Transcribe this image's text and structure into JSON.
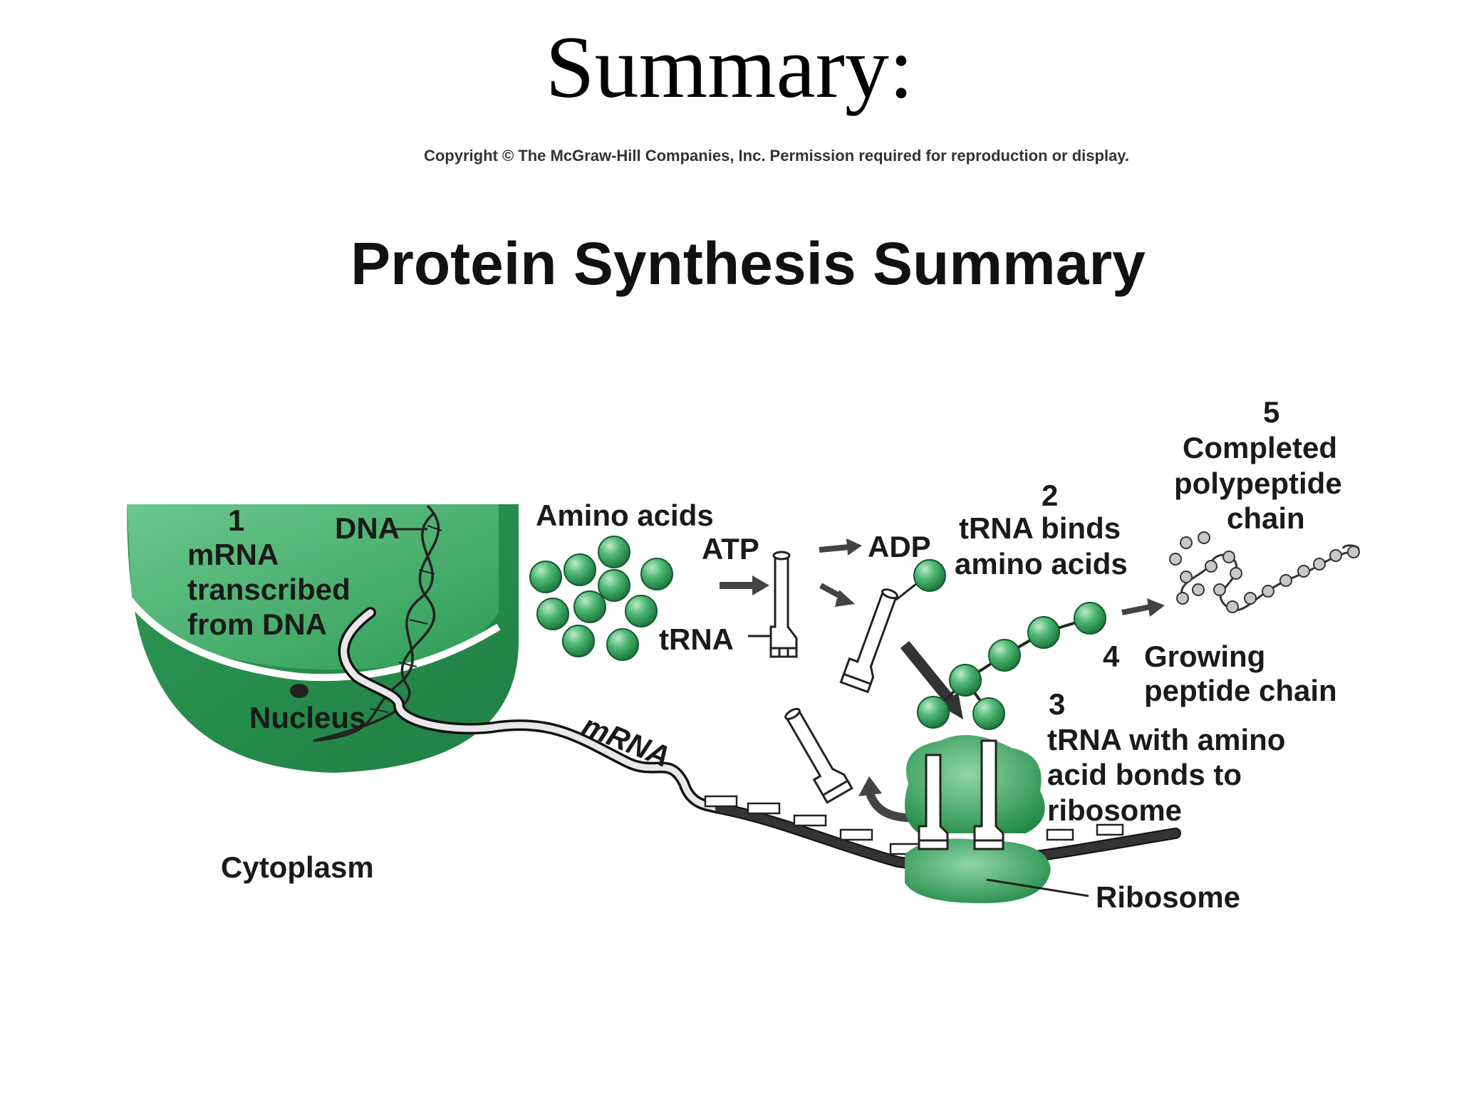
{
  "slide_title": "Summary:",
  "copyright": "Copyright © The McGraw-Hill Companies, Inc. Permission required for reproduction or display.",
  "figure_title": "Protein Synthesis Summary",
  "labels": {
    "step1_number": "1",
    "step1_line1": "mRNA",
    "step1_line2": "transcribed",
    "step1_line3": "from DNA",
    "dna": "DNA",
    "nucleus": "Nucleus",
    "cytoplasm": "Cytoplasm",
    "amino_acids": "Amino acids",
    "atp": "ATP",
    "trna": "tRNA",
    "adp": "ADP",
    "step2_number": "2",
    "step2_line1": "tRNA binds",
    "step2_line2": "amino acids",
    "step5_number": "5",
    "step5_line1": "Completed",
    "step5_line2": "polypeptide",
    "step5_line3": "chain",
    "step4_number": "4",
    "step4_line1": "Growing",
    "step4_line2": "peptide chain",
    "step3_number": "3",
    "step3_line1": "tRNA with amino",
    "step3_line2": "acid bonds to",
    "step3_line3": "ribosome",
    "mrna": "mRNA",
    "ribosome": "Ribosome"
  },
  "colors": {
    "nucleus_light": "#4fb874",
    "nucleus_dark": "#1f8a45",
    "amino_acid": "#3fa862",
    "ribosome": "#3aa35e"
  }
}
